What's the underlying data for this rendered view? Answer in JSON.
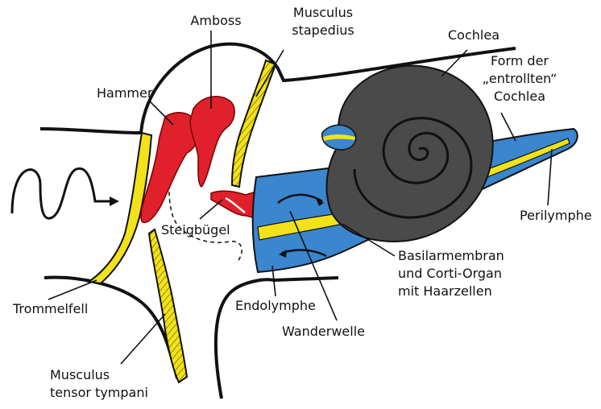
{
  "labels": {
    "amboss": "Amboss",
    "musculus_stapedius_1": "Musculus",
    "musculus_stapedius_2": "stapedius",
    "cochlea": "Cochlea",
    "form_der_1": "Form der",
    "form_der_2": "„entrollten“",
    "form_der_3": "Cochlea",
    "hammer": "Hammer",
    "perilymphe": "Perilymphe",
    "steigbuegel": "Steigbügel",
    "basilar_1": "Basilarmembran",
    "basilar_2": "und Corti-Organ",
    "basilar_3": "mit Haarzellen",
    "endolymphe": "Endolymphe",
    "trommelfell": "Trommelfell",
    "wanderwelle": "Wanderwelle",
    "tensor_1": "Musculus",
    "tensor_2": "tensor tympani"
  },
  "colors": {
    "ossicles": "#e0202a",
    "fluid": "#3a86cf",
    "membrane": "#f2e21a",
    "cochlea": "#4a4a4a",
    "outline": "#111111"
  }
}
